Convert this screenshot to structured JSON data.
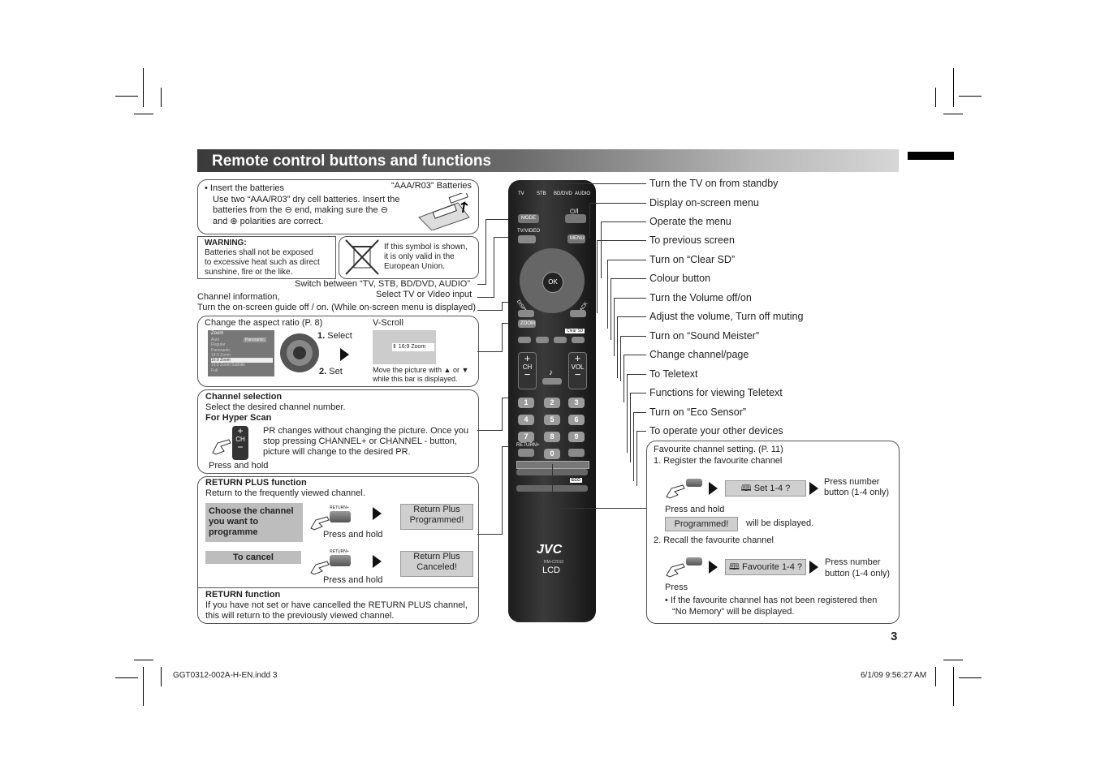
{
  "header": {
    "title": "Remote control buttons and functions"
  },
  "batteries": {
    "bullet": "Insert the batteries",
    "label": "“AAA/R03” Batteries",
    "line1": "Use two “AAA/R03” dry cell batteries. Insert the",
    "line2": "batteries from the ⊖ end, making sure the ⊖",
    "line3": "and ⊕ polarities are correct."
  },
  "warning": {
    "title": "WARNING:",
    "l1": "Batteries shall not be exposed",
    "l2": "to excessive heat such as direct",
    "l3": "sunshine, fire or the like."
  },
  "eu": {
    "l1": "If this symbol is shown,",
    "l2": "it is only valid in the",
    "l3": "European Union."
  },
  "left_callouts": {
    "switch": "Switch between “TV, STB, BD/DVD, AUDIO”",
    "select_tv": "Select TV or Video input",
    "channel_info": "Channel information,",
    "guide": "Turn the on-screen guide off / on. (While on-screen menu is displayed)"
  },
  "aspect": {
    "title": "Change the aspect ratio (P. 8)",
    "select": "Select",
    "set": "Set",
    "num1": "1.",
    "num2": "2.",
    "vscroll": "V-Scroll",
    "zoom_label": "⇕ 16:9 Zoom",
    "move1": "Move the picture with ▲ or ▼",
    "move2": "while this bar is displayed.",
    "menu_title": "Zoom",
    "menu_items": [
      "Auto",
      "Regular",
      "Panoramic",
      "14:9 Zoom",
      "16:9 Zoom",
      "16:9 Zoom Subtitle",
      "Full"
    ],
    "menu_side": "Panoramic"
  },
  "channel": {
    "title": "Channel selection",
    "desc": "Select the desired channel number.",
    "hyper": "For Hyper Scan",
    "pr1": "PR changes without changing the picture. Once you",
    "pr2": "stop pressing CHANNEL+ or CHANNEL - button,",
    "pr3": "picture will change to the desired PR.",
    "press": "Press and hold",
    "ch": "CH"
  },
  "return_plus": {
    "title": "RETURN PLUS function",
    "desc": "Return to the frequently viewed channel.",
    "choose": "Choose the channel you want to programme",
    "press1": "Press and hold",
    "programmed": "Return Plus Programmed!",
    "cancel": "To cancel",
    "press2": "Press and hold",
    "canceled": "Return Plus Canceled!",
    "btn": "RETURN+",
    "return_title": "RETURN function",
    "r1": "If you have not set or have cancelled the RETURN PLUS channel,",
    "r2": "this will return to the previously viewed channel."
  },
  "remote": {
    "top": [
      "TV",
      "STB",
      "BD/DVD",
      "AUDIO"
    ],
    "mode": "MODE",
    "power": "⏻/I",
    "tvvideo": "TV/VIDEO",
    "menu": "MENU",
    "ok": "OK",
    "display": "DISPLAY",
    "back": "BACK",
    "zoom": "ZOOM",
    "clearsd": "Clear SD",
    "ch": "CH",
    "vol": "VOL",
    "nums": [
      "1",
      "2",
      "3",
      "4",
      "5",
      "6",
      "7",
      "8",
      "9",
      "0"
    ],
    "returnplus": "RETURN+",
    "eco": "ECO",
    "brand": "JVC",
    "model": "RM-C2510",
    "lcd": "LCD"
  },
  "right_callouts": [
    "Turn the TV on from standby",
    "Display on-screen menu",
    "Operate the menu",
    "To previous screen",
    "Turn on “Clear SD”",
    "Colour button",
    "Turn the Volume off/on",
    "Adjust the volume, Turn off muting",
    "Turn on “Sound Meister”",
    "Change channel/page",
    "To Teletext",
    "Functions for viewing Teletext",
    "Turn on “Eco Sensor”",
    "To operate your other devices"
  ],
  "favourite": {
    "title": "Favourite channel setting. (P. 11)",
    "step1": "1. Register the favourite channel",
    "set": "Set 1-4 ?",
    "press_num1": "Press number",
    "press_num1b": "button (1-4 only)",
    "press_hold": "Press and hold",
    "programmed": "Programmed!",
    "will": "will be displayed.",
    "step2": "2. Recall the favourite channel",
    "fav": "Favourite 1-4 ?",
    "press_num2": "Press number",
    "press_num2b": "button (1-4 only)",
    "press": "Press",
    "note1": "If the favourite channel has not been registered then",
    "note2": "“No Memory” will be displayed."
  },
  "footer": {
    "page": "3",
    "file": "GGT0312-002A-H-EN.indd   3",
    "date": "6/1/09   9:56:27 AM"
  }
}
